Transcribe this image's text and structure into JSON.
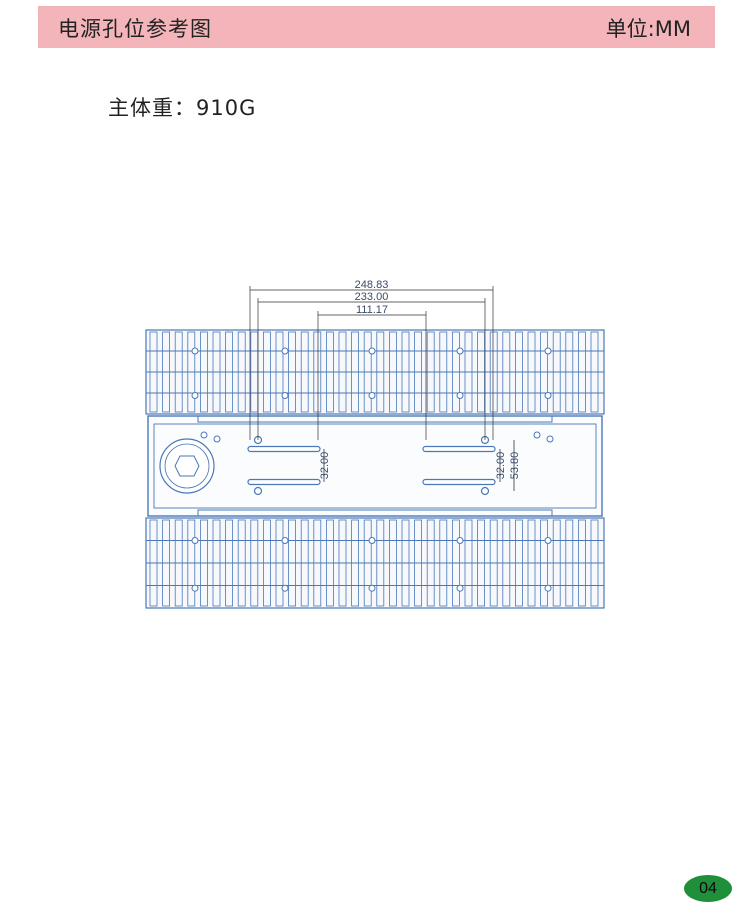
{
  "header": {
    "title": "电源孔位参考图",
    "unit": "单位:MM",
    "background": "#f4b5ba"
  },
  "weight_label": "主体重：910G",
  "drawing": {
    "dimensions": {
      "width_outer": "248.83",
      "width_mid": "233.00",
      "width_inner": "111.17",
      "vert_left": "32.00",
      "vert_right_a": "32.00",
      "vert_right_b": "53.80"
    },
    "line_color": "#4a78b8"
  },
  "page_number": "04"
}
